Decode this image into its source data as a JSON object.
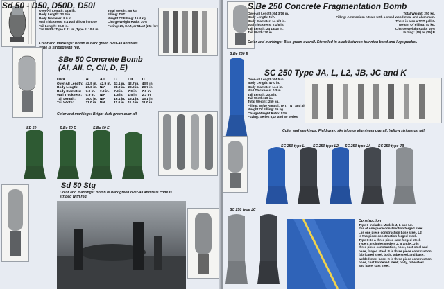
{
  "left": {
    "sd50": {
      "title": "Sd 50 - D50, D50D, D50I",
      "specs_a": [
        "Over-All Length: 43.6 in.",
        "Body Length: 23.3 in.",
        "Body Diameter: 8.0 in.",
        "Wall Thickness: 0.4 wall till 0.8 in nose",
        "Tail Length: 20.8 in.",
        "Tail Width: Type I: 11 in., Type II: 10.6 in."
      ],
      "specs_b": [
        "Total Weight: 55 kg.",
        "Filling: TNT",
        "Weight Of Filling: 16.4 kg.",
        "Charge/Weight Ratio: 30%",
        "Fuzing: 25, EAZ, or 51AZ (25) for water target"
      ],
      "caption": "Color and markings: Bomb is dark green over-all and tails cone is striped with red."
    },
    "sbe50": {
      "title_line1": "SBe 50 Concrete Bomb",
      "title_line2": "(AI, AII, C, CII, D, E)",
      "columns": [
        "Data",
        "AI",
        "AII",
        "C",
        "CII",
        "D"
      ],
      "rows": [
        [
          "Over-All Length:",
          "42.5 in.",
          "42.9 in.",
          "43.1 in.",
          "42.7 in.",
          "43.5 in."
        ],
        [
          "Body Length:",
          "26.8 in.",
          "N/A",
          "28.9 in.",
          "28.9 in.",
          "28.7 in."
        ],
        [
          "Body Diameter:",
          "7.9 in.",
          "7.9 in.",
          "7.9 in.",
          "7.9 in.",
          "7.9 in."
        ],
        [
          "Wall Thickness:",
          "0.9 in.",
          "N/A",
          "1.8 in.",
          "1.5 in.",
          "2.3 in."
        ],
        [
          "Tail Length:",
          "16.0 in.",
          "N/A",
          "16.1 in.",
          "15.1 in.",
          "15.1 in."
        ],
        [
          "Tail Width:",
          "11.0 in.",
          "N/A",
          "11.0 in.",
          "11.0 in.",
          "11.0 in."
        ]
      ],
      "caption": "Color and markings: Bright dark green over-all.",
      "bomb_labels": [
        "SD 50",
        "S.Be 50 D",
        "S.Be 50 E"
      ]
    },
    "sd50stg": {
      "title": "Sd 50 Stg",
      "caption": "Color and markings: Bomb is dark green over-all and tails cone is striped with red."
    }
  },
  "right": {
    "sbe250": {
      "title": "S.Be 250 Concrete Fragmentation Bomb",
      "specs_a": [
        "Over-All Length: 64 3/16 in.",
        "Body Length: N/A",
        "Body Diameter: 14 5/8 in.",
        "Wall Thickness: 2 1/8 in.",
        "Tail Length: 24 13/16 in.",
        "Tail Width: 20 in."
      ],
      "specs_b": [
        "Total Weight: 250 kg.",
        "Filling: Ammonium nitrate with a small wood meal and aluminum. There is also a TNT pellet.",
        "Weight Of Filling: 40 kg.",
        "Charge/Weight Ratio: 16%",
        "Fuzing: (55) or (25) B"
      ],
      "caption": "Color and markings: Blue green overall. Stenciled in black between trunnion band and lugs pocket.",
      "bomb_label": "S.Be 250 E"
    },
    "sc250": {
      "title": "SC 250 Type JA, L, L2, JB, JC and K",
      "specs": [
        "Over-All Length: 64.5 in.",
        "Body Length: 47.0 in.",
        "Body Diameter: 14.5 in.",
        "Wall Thickness: 0.3 in.",
        "Tail Length: 20.5 in.",
        "Tail Width: 20 in.",
        "Total Weight: 250 kg.",
        "Filling: 60/40 Amatol, TNT, TNT and aluminum powder.",
        "Weight Of Filling: 45 kg.",
        "Charge/Weight Ratio: 52%",
        "Fuzing: Series 5,17 and 50 series."
      ],
      "caption": "Color and markings: Field gray, sky blue or aluminum overall. Yellow stripes on tail.",
      "bomb_labels": [
        "SC 250",
        "SC 250",
        "SC 250",
        "SC 250",
        "SC 250"
      ],
      "bomb_sublabels": [
        "type L",
        "type L2",
        "type JA",
        "type JB",
        "type JC"
      ],
      "construction_title": "Construction",
      "construction_text": [
        "Type I: Includes Models J, L and L2.",
        "It is of one piece construction forged steel.",
        "L is one piece construction base steel. L2",
        "is two piece construction forged steel.",
        "Type II: Is a three piece cast-forged steel.",
        "Type II: Includes Models J, B and K. J is",
        "three piece construction, nose, cast steel and",
        "base, forged steel. B is three piece construction,",
        "fabricated steel, body, tube steel, and base,",
        "welded steel base. K is three piece construction:",
        "nose, cast hardened steel; body, tube steel",
        "and base, cast steel."
      ]
    }
  },
  "colors": {
    "green": "#2e5a33",
    "blue": "#2a5fb5",
    "gray": "#8b8f93",
    "dark": "#3c4046"
  }
}
